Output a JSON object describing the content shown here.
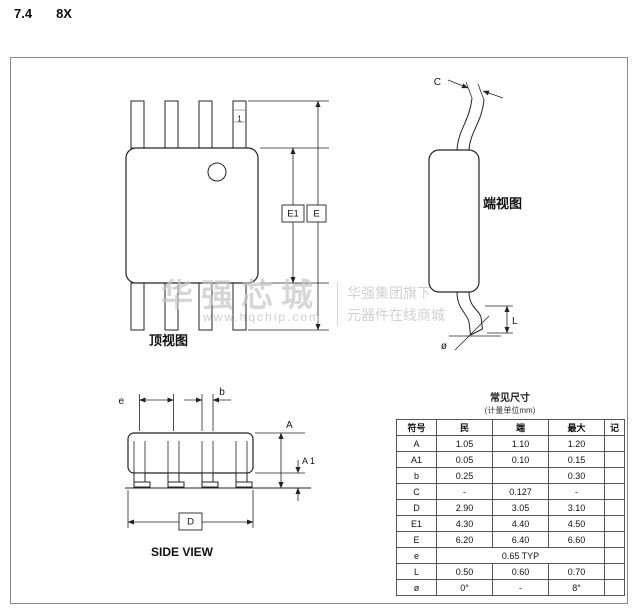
{
  "page": {
    "heading_number": "7.4",
    "heading_title": "8X"
  },
  "watermark": {
    "brand": "华强芯城",
    "url": "www.hqchip.com",
    "group_line1": "华强集团旗下",
    "group_line2": "元器件在线商城"
  },
  "views": {
    "top": {
      "label": "顶视图",
      "pin1_marker": "1",
      "dims": {
        "e1": "E1",
        "e": "E"
      }
    },
    "end": {
      "label": "端视图",
      "dims": {
        "c": "C",
        "l": "L",
        "phi": "ø"
      }
    },
    "side": {
      "label": "SIDE VIEW",
      "dims": {
        "e": "e",
        "b": "b",
        "a": "A",
        "a1": "A 1",
        "d": "D"
      }
    }
  },
  "table": {
    "title": "常见尺寸",
    "subtitle": "(计量单位mm)",
    "headers": [
      "符号",
      "民",
      "端",
      "最大",
      "记"
    ],
    "rows": [
      {
        "symbol": "A",
        "min": "1.05",
        "typ": "1.10",
        "max": "1.20",
        "note": ""
      },
      {
        "symbol": "A1",
        "min": "0.05",
        "typ": "0.10",
        "max": "0.15",
        "note": ""
      },
      {
        "symbol": "b",
        "min": "0.25",
        "typ": "",
        "max": "0.30",
        "note": ""
      },
      {
        "symbol": "C",
        "min": "-",
        "typ": "0.127",
        "max": "-",
        "note": ""
      },
      {
        "symbol": "D",
        "min": "2.90",
        "typ": "3.05",
        "max": "3.10",
        "note": ""
      },
      {
        "symbol": "E1",
        "min": "4.30",
        "typ": "4.40",
        "max": "4.50",
        "note": ""
      },
      {
        "symbol": "E",
        "min": "6.20",
        "typ": "6.40",
        "max": "6.60",
        "note": ""
      },
      {
        "symbol": "e",
        "span": "0.65 TYP",
        "note": ""
      },
      {
        "symbol": "L",
        "min": "0.50",
        "typ": "0.60",
        "max": "0.70",
        "note": ""
      },
      {
        "symbol": "ø",
        "min": "0°",
        "typ": "-",
        "max": "8°",
        "note": ""
      }
    ]
  }
}
